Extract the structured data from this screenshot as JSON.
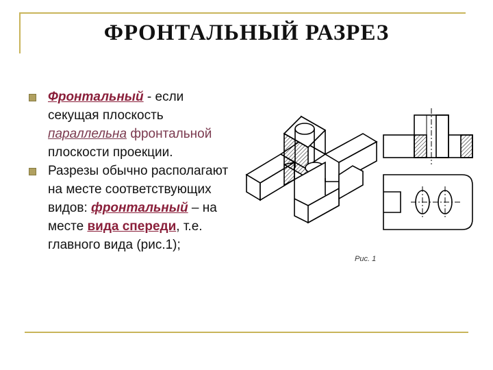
{
  "slide": {
    "title": "ФРОНТАЛЬНЫЙ РАЗРЕЗ",
    "bullets": [
      {
        "term": "Фронтальный",
        "text1": " - если секущая плоскость ",
        "italic": "параллельна",
        "space": " ",
        "colored": "фронтальной",
        "text2": " плоскости проекции."
      },
      {
        "text1": "Разрезы обычно располагают на месте соответствующих видов: ",
        "term": "фронтальный",
        "text2": " – на месте ",
        "bold": "вида спереди",
        "text3": ", т.е. главного вида (рис.1);"
      }
    ],
    "figure_caption": "Рис. 1"
  }
}
